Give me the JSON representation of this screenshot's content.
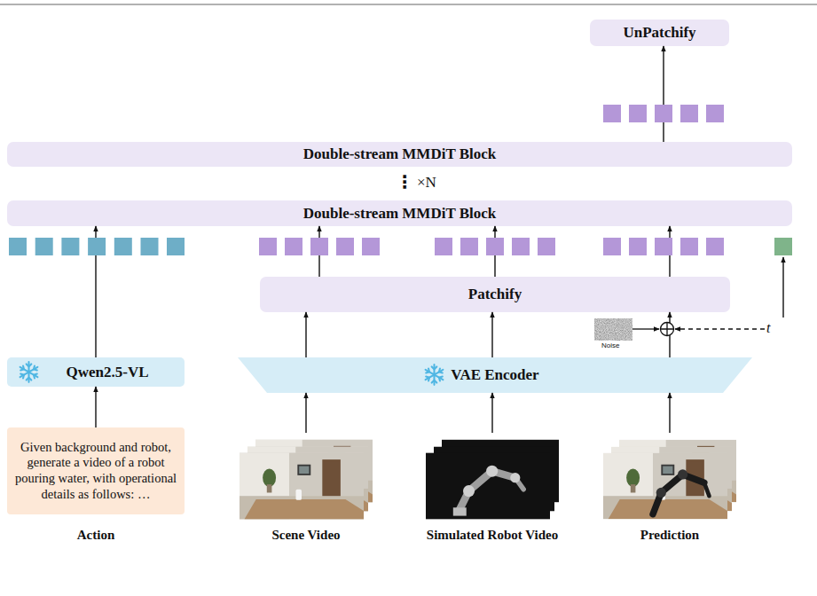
{
  "diagram": {
    "nodes": [
      {
        "text": [
          "UnPatchify"
        ]
      },
      {
        "text": [
          "Double-stream MMDiT Block"
        ]
      },
      {
        "text": [
          "Double-stream MMDiT Block"
        ]
      },
      {
        "text": [
          "Patchify"
        ]
      },
      {
        "text": [
          "Qwen2.5-VL"
        ]
      },
      {
        "text": [
          "VAE Encoder"
        ]
      },
      {
        "text": [
          "Given background and robot, generate a video of a robot pouring water, with operational details as follows: …",
          "Action"
        ]
      },
      {
        "text": [
          "Scene Video"
        ]
      },
      {
        "text": [
          "Simulated Robot Video"
        ]
      },
      {
        "text": [
          "Prediction"
        ]
      }
    ],
    "edges": [
      {
        "from": 1,
        "to": 0,
        "arrow": "to"
      },
      {
        "from": 4,
        "to": 2,
        "arrow": "to"
      },
      {
        "from": 3,
        "to": 2,
        "arrow": "to"
      },
      {
        "from": 3,
        "to": 2,
        "arrow": "to"
      },
      {
        "from": 3,
        "to": 2,
        "arrow": "to"
      },
      {
        "from": 6,
        "to": 4,
        "arrow": "to"
      },
      {
        "from": 7,
        "to": 5,
        "arrow": "to"
      },
      {
        "from": 8,
        "to": 5,
        "arrow": "to"
      },
      {
        "from": 9,
        "to": 5,
        "arrow": "to"
      },
      {
        "from": 5,
        "to": 3,
        "arrow": "to"
      },
      {
        "from": 5,
        "to": 3,
        "arrow": "to"
      },
      {
        "from": 5,
        "to": 3,
        "arrow": "to"
      }
    ],
    "labels": [
      "⋮",
      "×N",
      "Noise",
      "t"
    ]
  }
}
